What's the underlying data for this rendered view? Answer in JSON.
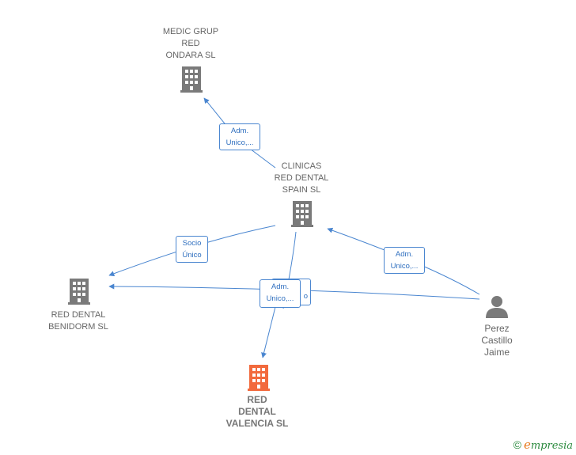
{
  "nodes": {
    "medic": {
      "lines": [
        "MEDIC GRUP",
        "RED",
        "ONDARA  SL"
      ],
      "icon": "building-icon",
      "color": "#7a7a7a"
    },
    "clinicas": {
      "lines": [
        "CLINICAS",
        "RED DENTAL",
        "SPAIN  SL"
      ],
      "icon": "building-icon",
      "color": "#7a7a7a"
    },
    "benidorm": {
      "lines": [
        "RED DENTAL",
        "BENIDORM  SL"
      ],
      "icon": "building-icon",
      "color": "#7a7a7a"
    },
    "valencia": {
      "lines": [
        "RED",
        "DENTAL",
        "VALENCIA  SL"
      ],
      "icon": "building-icon",
      "color": "#f26a3d"
    },
    "perez": {
      "lines": [
        "Perez",
        "Castillo",
        "Jaime"
      ],
      "icon": "person-icon",
      "color": "#7a7a7a"
    }
  },
  "edges": {
    "clinicas_medic": [
      "Adm.",
      "Unico,..."
    ],
    "clinicas_benidorm": [
      "Socio",
      "Único"
    ],
    "perez_clinicas": [
      "Adm.",
      "Unico,..."
    ],
    "to_valencia": [
      "Adm.",
      "Unico,..."
    ],
    "behind_label_tail": "o"
  },
  "colors": {
    "edge": "#4a86d0",
    "label_text": "#2f6fbf",
    "highlight": "#f26a3d"
  },
  "brand": {
    "copyright": "©",
    "e": "e",
    "rest": "mpresia"
  }
}
